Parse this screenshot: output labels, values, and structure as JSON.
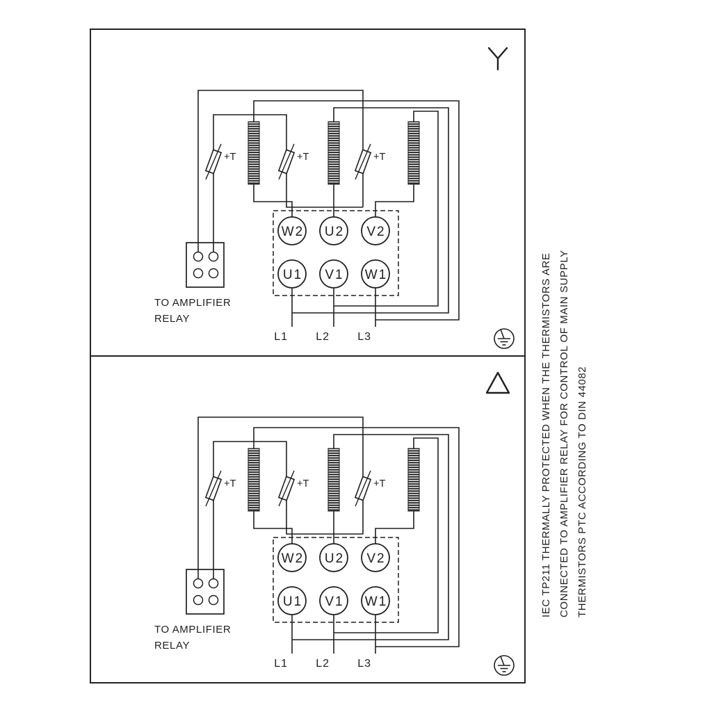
{
  "diagram": {
    "title": "motor terminal wiring diagram",
    "colors": {
      "line": "#1f1f1f",
      "background": "#ffffff"
    },
    "panels": [
      {
        "name": "star-connection",
        "connection_symbol": "wye-icon",
        "thermistor_label": "+T",
        "terminals": {
          "top_row": [
            "W2",
            "U2",
            "V2"
          ],
          "bottom_row": [
            "U1",
            "V1",
            "W1"
          ]
        },
        "supply_lines": [
          "L1",
          "L2",
          "L3"
        ],
        "relay_note": [
          "TO AMPLIFIER",
          "RELAY"
        ],
        "ground_symbol": "earth-ground-icon"
      },
      {
        "name": "delta-connection",
        "connection_symbol": "delta-icon",
        "thermistor_label": "+T",
        "terminals": {
          "top_row": [
            "W2",
            "U2",
            "V2"
          ],
          "bottom_row": [
            "U1",
            "V1",
            "W1"
          ]
        },
        "supply_lines": [
          "L1",
          "L2",
          "L3"
        ],
        "relay_note": [
          "TO AMPLIFIER",
          "RELAY"
        ],
        "ground_symbol": "earth-ground-icon"
      }
    ],
    "side_note": [
      "IEC TP211 THERMALLY PROTECTED WHEN THE THERMISTORS ARE",
      "CONNECTED TO AMPLIFIER RELAY FOR CONTROL OF MAIN SUPPLY",
      "THERMISTORS PTC ACCORDING TO DIN 44082"
    ]
  }
}
